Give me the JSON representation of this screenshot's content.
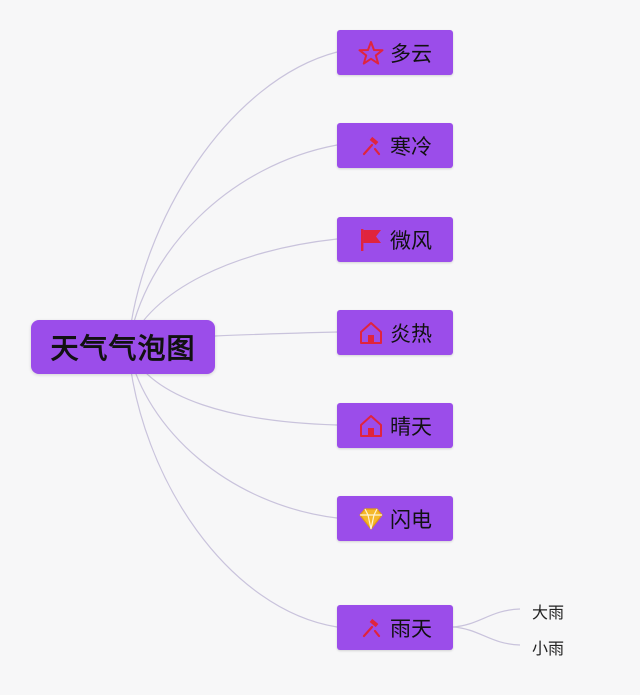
{
  "root": {
    "label": "天气气泡图"
  },
  "colors": {
    "node_fill": "#9b4dea",
    "edge": "#c9c3dc",
    "icon_red": "#e0243d",
    "icon_gold": "#f5b82a"
  },
  "nodes": [
    {
      "label": "多云",
      "icon": "star-outline-icon"
    },
    {
      "label": "寒冷",
      "icon": "hammer-icon"
    },
    {
      "label": "微风",
      "icon": "flag-icon"
    },
    {
      "label": "炎热",
      "icon": "home-icon"
    },
    {
      "label": "晴天",
      "icon": "home-icon"
    },
    {
      "label": "闪电",
      "icon": "diamond-icon"
    },
    {
      "label": "雨天",
      "icon": "hammer-icon"
    }
  ],
  "leaves": [
    {
      "label": "大雨",
      "parent": "雨天"
    },
    {
      "label": "小雨",
      "parent": "雨天"
    }
  ]
}
